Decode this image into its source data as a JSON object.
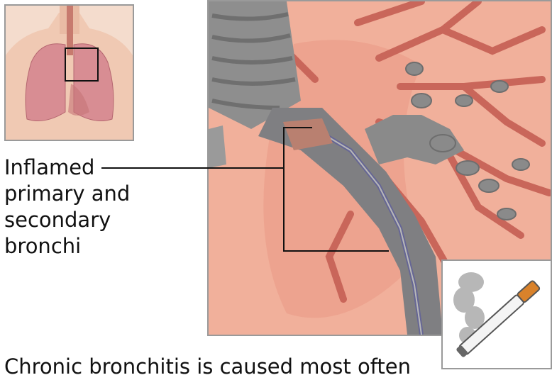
{
  "label": {
    "lines": [
      "Inflamed",
      "primary and",
      "secondary",
      "bronchi"
    ]
  },
  "caption": {
    "text": "Chronic bronchitis is caused most often"
  },
  "colors": {
    "lung_tissue": "#f2b39f",
    "airway_cartilage": "#8e8e8e",
    "vessel": "#c9665a",
    "frame_border": "#9a9a9a",
    "leader_line": "#111111"
  },
  "icons": {
    "torso_inset": "human-torso-lungs-illustration",
    "bronchi": "bronchial-tree-illustration",
    "cigarette": "smoking-cigarette-illustration"
  }
}
